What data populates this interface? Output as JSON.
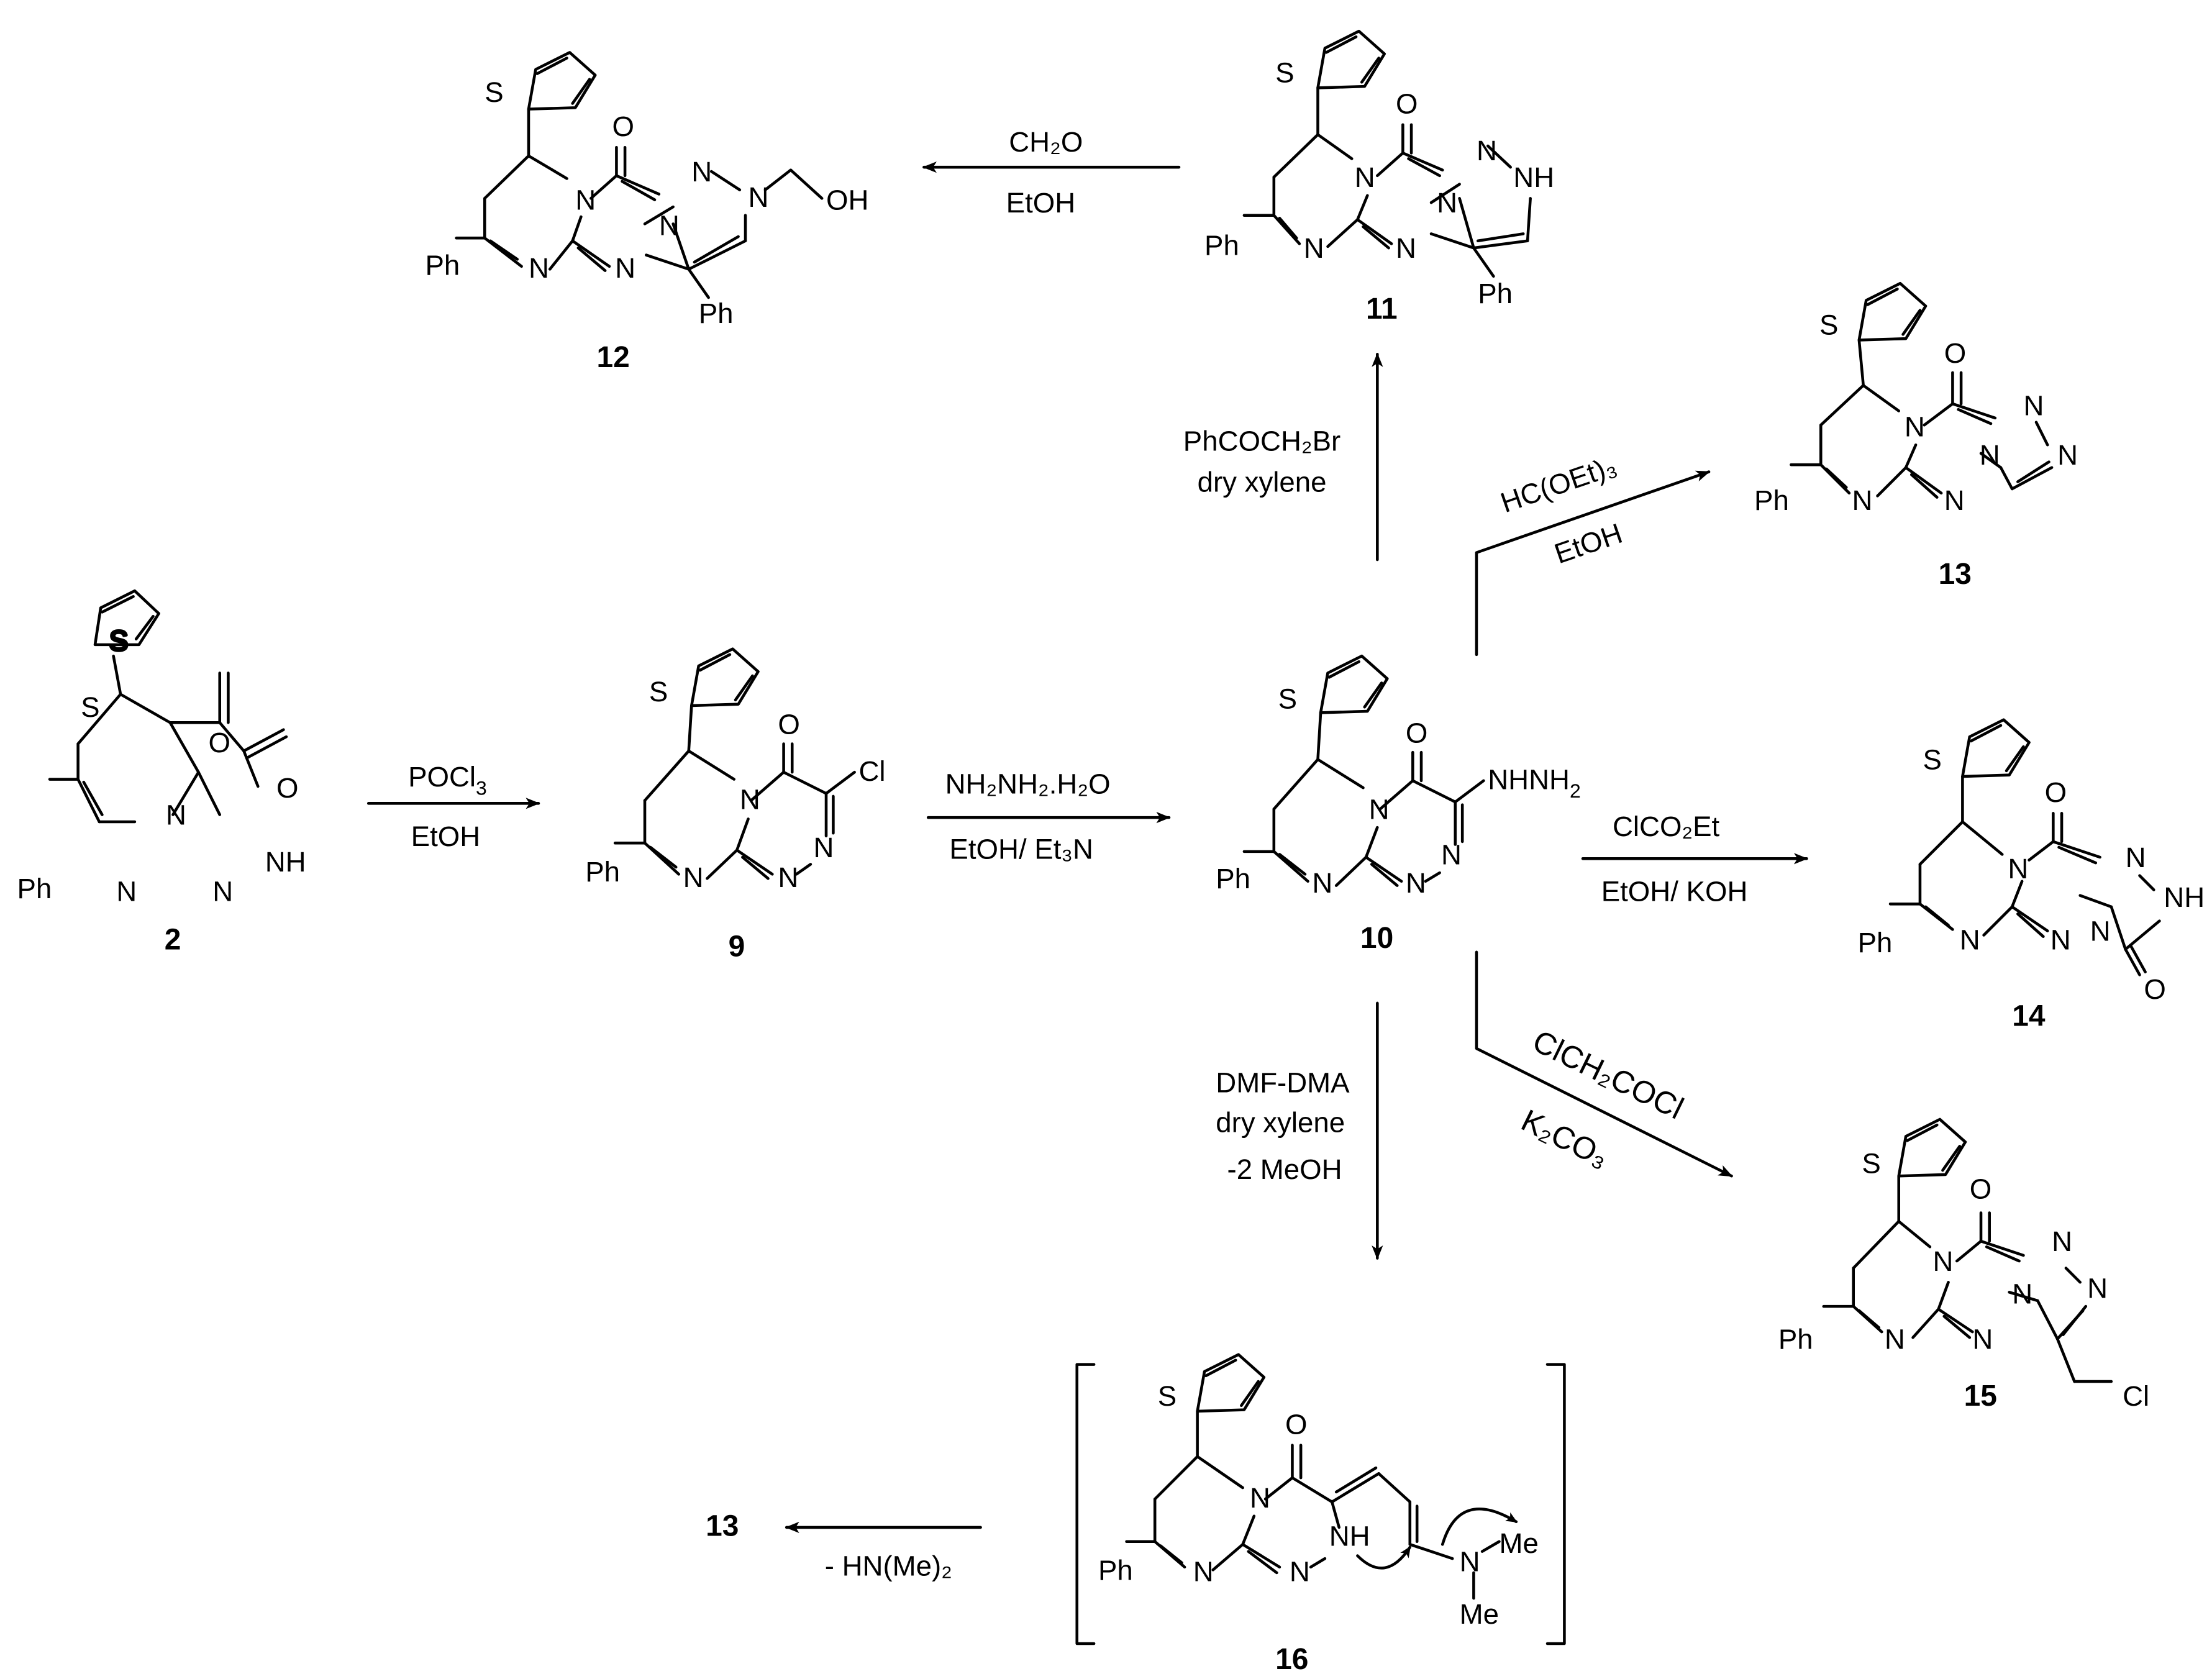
{
  "scheme": {
    "compounds": [
      {
        "label": "2"
      },
      {
        "label": "9"
      },
      {
        "label": "10"
      },
      {
        "label": "11"
      },
      {
        "label": "12"
      },
      {
        "label": "13"
      },
      {
        "label": "14"
      },
      {
        "label": "15"
      },
      {
        "label": "16"
      },
      {
        "label": "13"
      }
    ],
    "atoms": {
      "S": "S",
      "O": "O",
      "N": "N",
      "NH": "NH",
      "Ph": "Ph",
      "Cl": "Cl",
      "OH": "OH",
      "NHNH2": "NHNH",
      "sub2": "2",
      "Me": "Me"
    },
    "reactions": [
      {
        "id": "2-9",
        "above": "POCl",
        "above_sub": "3",
        "below": "EtOH"
      },
      {
        "id": "9-10",
        "above": "NH₂NH₂.H₂O",
        "below": "EtOH/ Et₃N"
      },
      {
        "id": "10-11",
        "above": "PhCOCH₂Br",
        "below": "dry xylene"
      },
      {
        "id": "11-12",
        "above": "CH₂O",
        "below": "EtOH"
      },
      {
        "id": "10-13",
        "above": "HC(OEt)₃",
        "below": "EtOH"
      },
      {
        "id": "10-14",
        "above": "ClCO₂Et",
        "below": "EtOH/ KOH"
      },
      {
        "id": "10-15",
        "above": "ClCH₂COCl",
        "below": "K₂CO₃"
      },
      {
        "id": "10-16",
        "line1": "DMF-DMA",
        "line2": "dry xylene",
        "line3": "-2 MeOH"
      },
      {
        "id": "16-13",
        "below": "- HN(Me)₂"
      }
    ]
  }
}
